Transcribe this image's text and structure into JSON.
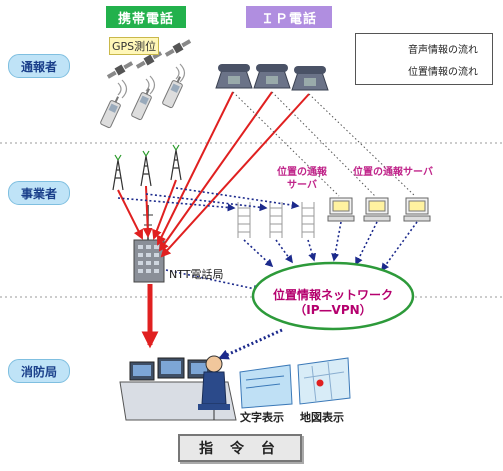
{
  "headers": {
    "mobile": "携帯電話",
    "ip": "ＩＰ電話"
  },
  "gps_label": "GPS測位",
  "roles": {
    "caller": "通報者",
    "carrier": "事業者",
    "fire_dept": "消防局"
  },
  "legend": {
    "voice": "音声情報の流れ",
    "location": "位置情報の流れ"
  },
  "servers": {
    "label1_line1": "位置の通報",
    "label1_line2": "サーバ",
    "label2": "位置の通報サーバ"
  },
  "ntt_label": "NTT電話局",
  "network": {
    "line1": "位置情報ネットワーク",
    "line2": "（IP―VPN）"
  },
  "screens": {
    "text_display": "文字表示",
    "map_display": "地図表示"
  },
  "command_desk": "指 令 台",
  "colors": {
    "voice": "#e02020",
    "location": "#1c2a8c",
    "network_border": "#2d9a3a",
    "role_fill": "#bfe3f7"
  }
}
